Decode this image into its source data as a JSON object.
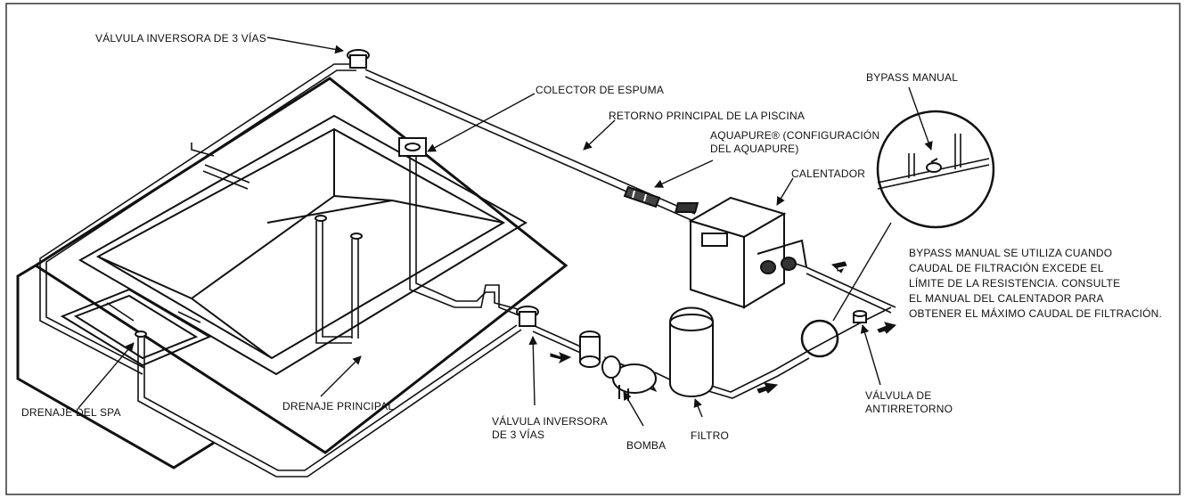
{
  "labels": {
    "valve_top": "VÁLVULA INVERSORA DE 3 VÍAS",
    "skimmer": "COLECTOR DE ESPUMA",
    "main_return": "RETORNO PRINCIPAL DE LA PISCINA",
    "aquapure": "AQUAPURE® (CONFIGURACIÓN\nDEL AQUAPURE)",
    "heater": "CALENTADOR",
    "bypass": "BYPASS MANUAL",
    "bypass_note": "BYPASS MANUAL SE UTILIZA CUANDO\nCAUDAL DE FILTRACIÓN EXCEDE EL\nLÍMITE DE LA RESISTENCIA. CONSULTE\nEL MANUAL DEL CALENTADOR PARA\nOBTENER EL MÁXIMO CAUDAL DE FILTRACIÓN.",
    "spa_drain": "DRENAJE DEL SPA",
    "main_drain": "DRENAJE PRINCIPAL",
    "valve_bottom": "VÁLVULA INVERSORA\nDE 3 VÍAS",
    "pump": "BOMBA",
    "filter": "FILTRO",
    "check_valve": "VÁLVULA DE\nANTIRRETORNO"
  },
  "colors": {
    "line": "#111111",
    "background": "#ffffff",
    "frame": "#333333"
  }
}
